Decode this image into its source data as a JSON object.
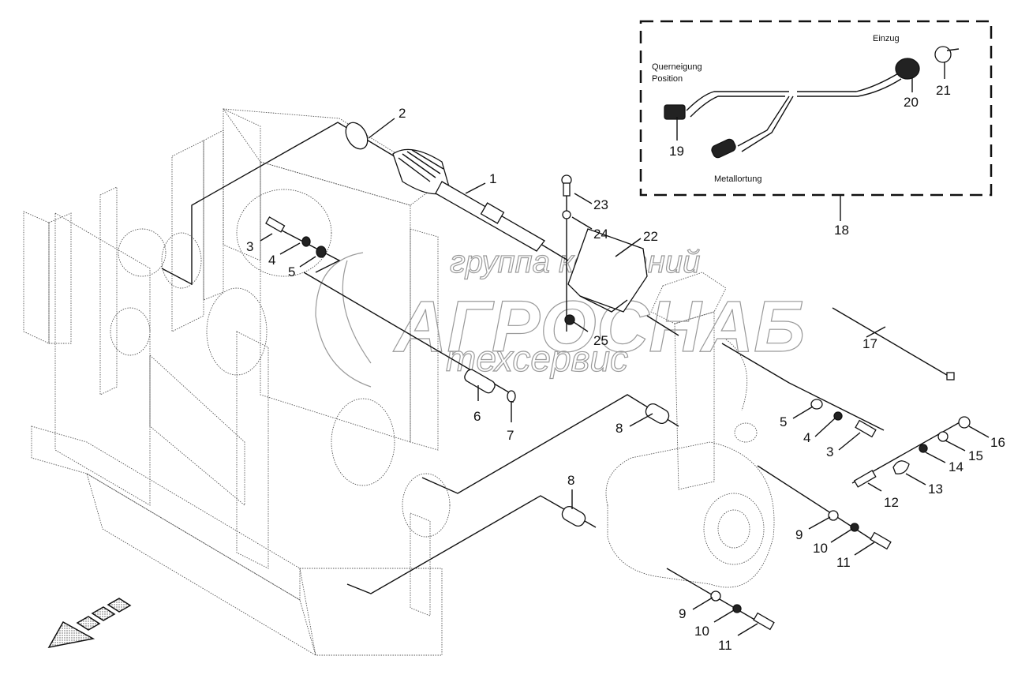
{
  "diagram": {
    "type": "exploded-parts-diagram",
    "inset": {
      "item_number": "18",
      "labels": {
        "tilt_position": "Querneigung\nPosition",
        "tilt_position_line1": "Querneigung",
        "tilt_position_line2": "Position",
        "intake": "Einzug",
        "metal_detection": "Metallortung"
      },
      "parts": [
        "19",
        "20",
        "21"
      ]
    },
    "callouts": {
      "p1": "1",
      "p2": "2",
      "p3a": "3",
      "p4a": "4",
      "p5a": "5",
      "p6": "6",
      "p7": "7",
      "p8a": "8",
      "p8b": "8",
      "p5b": "5",
      "p4b": "4",
      "p3b": "3",
      "p9a": "9",
      "p10a": "10",
      "p11a": "11",
      "p9b": "9",
      "p10b": "10",
      "p11b": "11",
      "p12": "12",
      "p13": "13",
      "p14": "14",
      "p15": "15",
      "p16": "16",
      "p17": "17",
      "p18": "18",
      "p19": "19",
      "p20": "20",
      "p21": "21",
      "p22": "22",
      "p23": "23",
      "p24": "24",
      "p25": "25"
    },
    "watermark": {
      "line1": "группа компаний",
      "line2": "АГРОСНАБ",
      "line3": "техсервис"
    },
    "direction_arrow": "travel-direction-arrow"
  }
}
